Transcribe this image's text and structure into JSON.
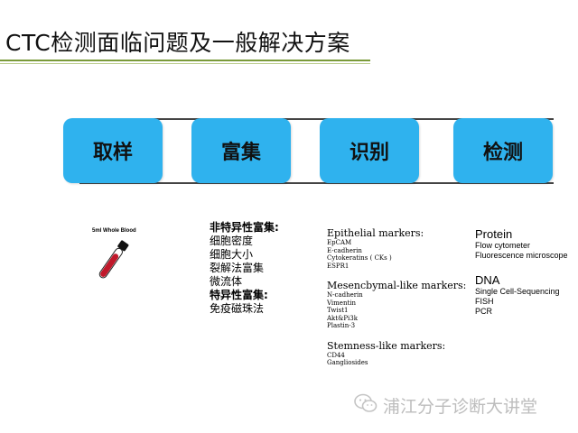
{
  "title": "CTC检测面临问题及一般解决方案",
  "steps": [
    "取样",
    "富集",
    "识别",
    "检测"
  ],
  "sampling": {
    "label": "5ml Whole Blood"
  },
  "enrichment": {
    "nonspecific_heading": "非特异性富集:",
    "nonspecific_items": [
      "细胞密度",
      "细胞大小",
      "裂解法富集",
      "微流体"
    ],
    "specific_heading": "特异性富集:",
    "specific_items": [
      "免疫磁珠法"
    ]
  },
  "identification": {
    "groups": [
      {
        "heading": "Epithelial markers:",
        "items": [
          "EpCAM",
          "E-cadherin",
          "Cytokeratins ( CKs )",
          "ESPR1"
        ]
      },
      {
        "heading": "Mesencbymal-like markers:",
        "items": [
          "N-cadherin",
          "Vimentin",
          "Twist1",
          "Akt&Pi3k",
          "Plastin-3"
        ]
      },
      {
        "heading": "Stemness-like markers:",
        "items": [
          "CD44",
          "Gangliosides"
        ]
      }
    ]
  },
  "detection": {
    "groups": [
      {
        "heading": "Protein",
        "items": [
          "Flow cytometer",
          "Fluorescence microscope"
        ]
      },
      {
        "heading": "DNA",
        "items": [
          "Single Cell-Sequencing",
          "FISH",
          "PCR"
        ]
      }
    ]
  },
  "watermark": {
    "text": "浦江分子诊断大讲堂",
    "icon": "wechat-icon"
  },
  "colors": {
    "step_box": "#2fb2ee",
    "title_rule": "#7a9a3a"
  }
}
